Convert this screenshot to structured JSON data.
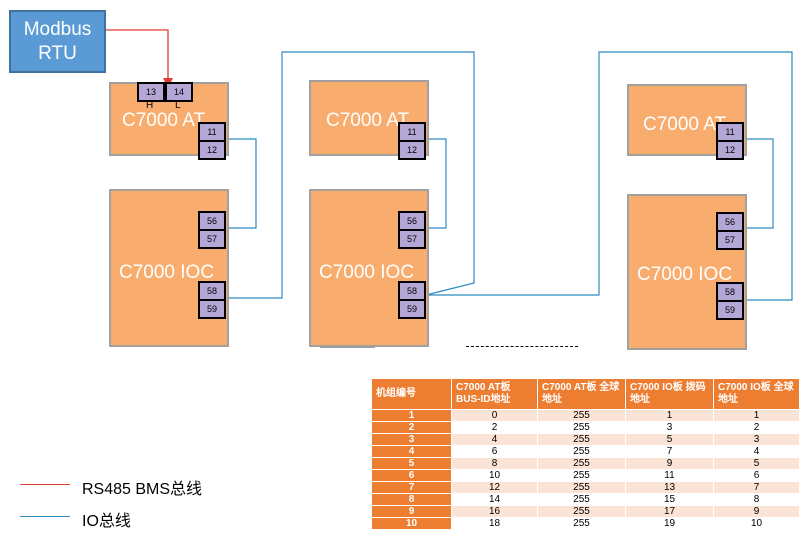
{
  "modbus": {
    "line1": "Modbus",
    "line2": "RTU"
  },
  "units": [
    {
      "at_label": "C7000 AT",
      "ioc_label": "C7000 IOC"
    },
    {
      "at_label": "C7000 AT",
      "ioc_label": "C7000 IOC"
    },
    {
      "at_label": "C7000 AT",
      "ioc_label": "C7000 IOC"
    }
  ],
  "terminals": {
    "t13": "13",
    "t14": "14",
    "t11": "11",
    "t12": "12",
    "t56": "56",
    "t57": "57",
    "t58": "58",
    "t59": "59"
  },
  "hl": {
    "h": "H",
    "l": "L"
  },
  "legend": {
    "rs485": {
      "label": "RS485 BMS总线",
      "color": "#e03c31"
    },
    "io": {
      "label": "IO总线",
      "color": "#2e8bc0"
    }
  },
  "table": {
    "headers": [
      "机组编号",
      "C7000 AT板 BUS-ID地址",
      "C7000 AT板 全球地址",
      "C7000 IO板 拨码地址",
      "C7000 IO板 全球地址"
    ],
    "rows": [
      [
        "1",
        "0",
        "255",
        "1",
        "1"
      ],
      [
        "2",
        "2",
        "255",
        "3",
        "2"
      ],
      [
        "3",
        "4",
        "255",
        "5",
        "3"
      ],
      [
        "4",
        "6",
        "255",
        "7",
        "4"
      ],
      [
        "5",
        "8",
        "255",
        "9",
        "5"
      ],
      [
        "6",
        "10",
        "255",
        "11",
        "6"
      ],
      [
        "7",
        "12",
        "255",
        "13",
        "7"
      ],
      [
        "8",
        "14",
        "255",
        "15",
        "8"
      ],
      [
        "9",
        "16",
        "255",
        "17",
        "9"
      ],
      [
        "10",
        "18",
        "255",
        "19",
        "10"
      ]
    ]
  }
}
